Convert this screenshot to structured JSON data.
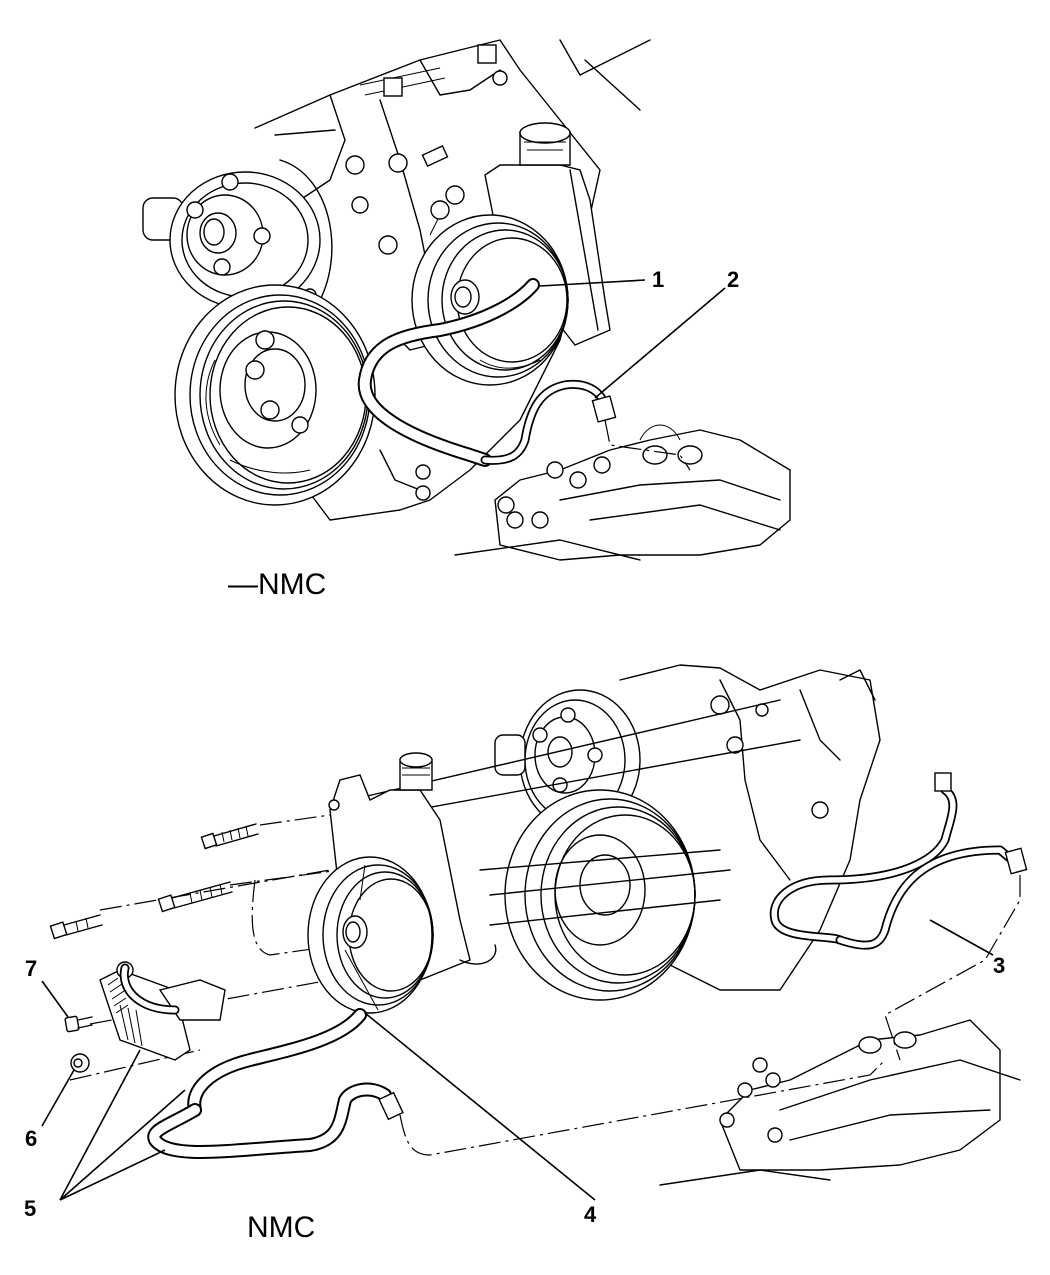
{
  "diagram": {
    "type": "exploded-parts-view",
    "views": [
      {
        "id": "top",
        "label": "—NMC",
        "callouts": [
          {
            "number": "1"
          },
          {
            "number": "2"
          }
        ]
      },
      {
        "id": "bottom",
        "label": "NMC",
        "callouts": [
          {
            "number": "3"
          },
          {
            "number": "4"
          },
          {
            "number": "5"
          },
          {
            "number": "6"
          },
          {
            "number": "7"
          }
        ]
      }
    ],
    "colors": {
      "line": "#000000",
      "background": "#ffffff"
    }
  }
}
